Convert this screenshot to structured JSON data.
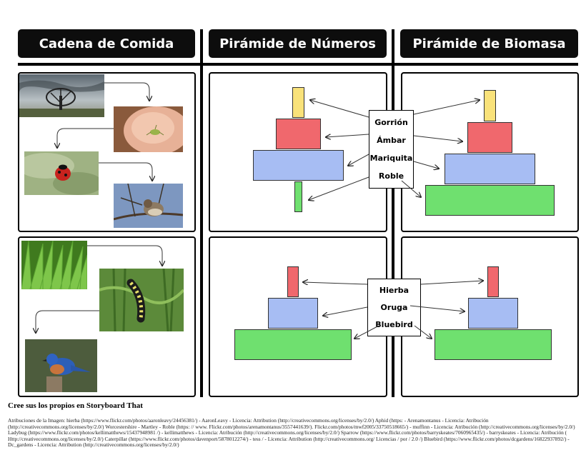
{
  "headers": [
    "Cadena de Comida",
    "Pirámide de Números",
    "Pirámide de Biomasa"
  ],
  "upper_labels": [
    "Gorrión",
    "Ámbar",
    "Mariquita",
    "Roble"
  ],
  "lower_labels": [
    "Hierba",
    "Oruga",
    "Bluebird"
  ],
  "footer": {
    "title": "Cree sus los propios en Storyboard That",
    "attribution": "Atribuciones de la Imagen: hierba (https://www.flickr.com/photos/aaronleavy/24456381/) - AaronLeavy - Licencia: Attribution (http://creativecommons.org/licenses/by/2.0/) Aphid (https: - Arenamontanus - Licencia: Atribución (http://creativecommons.org/licenses/by/2.0/) Worcestershire - Martley - Roble (https: // www. Flickr.com/photos/arenamontanus/3557441639/). Flickr.com/photos/mwf2005/33750518665/) - muffinn - Licencia: Atribución (http://creativecommons.org/licenses/by/2.0/) Ladybug (https://www.flickr.com/photos/kellimatthews/15437948981 /) - kellimatthews - Licencia: Atribución (http://creativecommons.org/licenses/by/2.0/) Sparrow (https://www.flickr.com/photos/barryskeates/7060965435/) - barryskeates - Licencia: Atribución ( Http://creativecommons.org/licenses/by/2.0/) Caterpillar (https://www.flickr.com/photos/davenport/5878012274/) - tess / - Licencia: Attribution (http://creativecommons.org/ Licencias / por / 2.0 /) Bluebird (https://www.flickr.com/photos/dcgardens/16822937892/) - Dc_gardens - Licencia: Attribution (http://creativecommons.org/licenses/by/2.0/)"
  },
  "colors": {
    "header_bg": "#0d0d0d",
    "yellow_block": "#f9e27a",
    "red_block": "#f0686d",
    "blue_block": "#a7bdf3",
    "green_block": "#6fe06f"
  },
  "icons": [
    "curved-arrow-icon",
    "straight-arrow-icon"
  ]
}
